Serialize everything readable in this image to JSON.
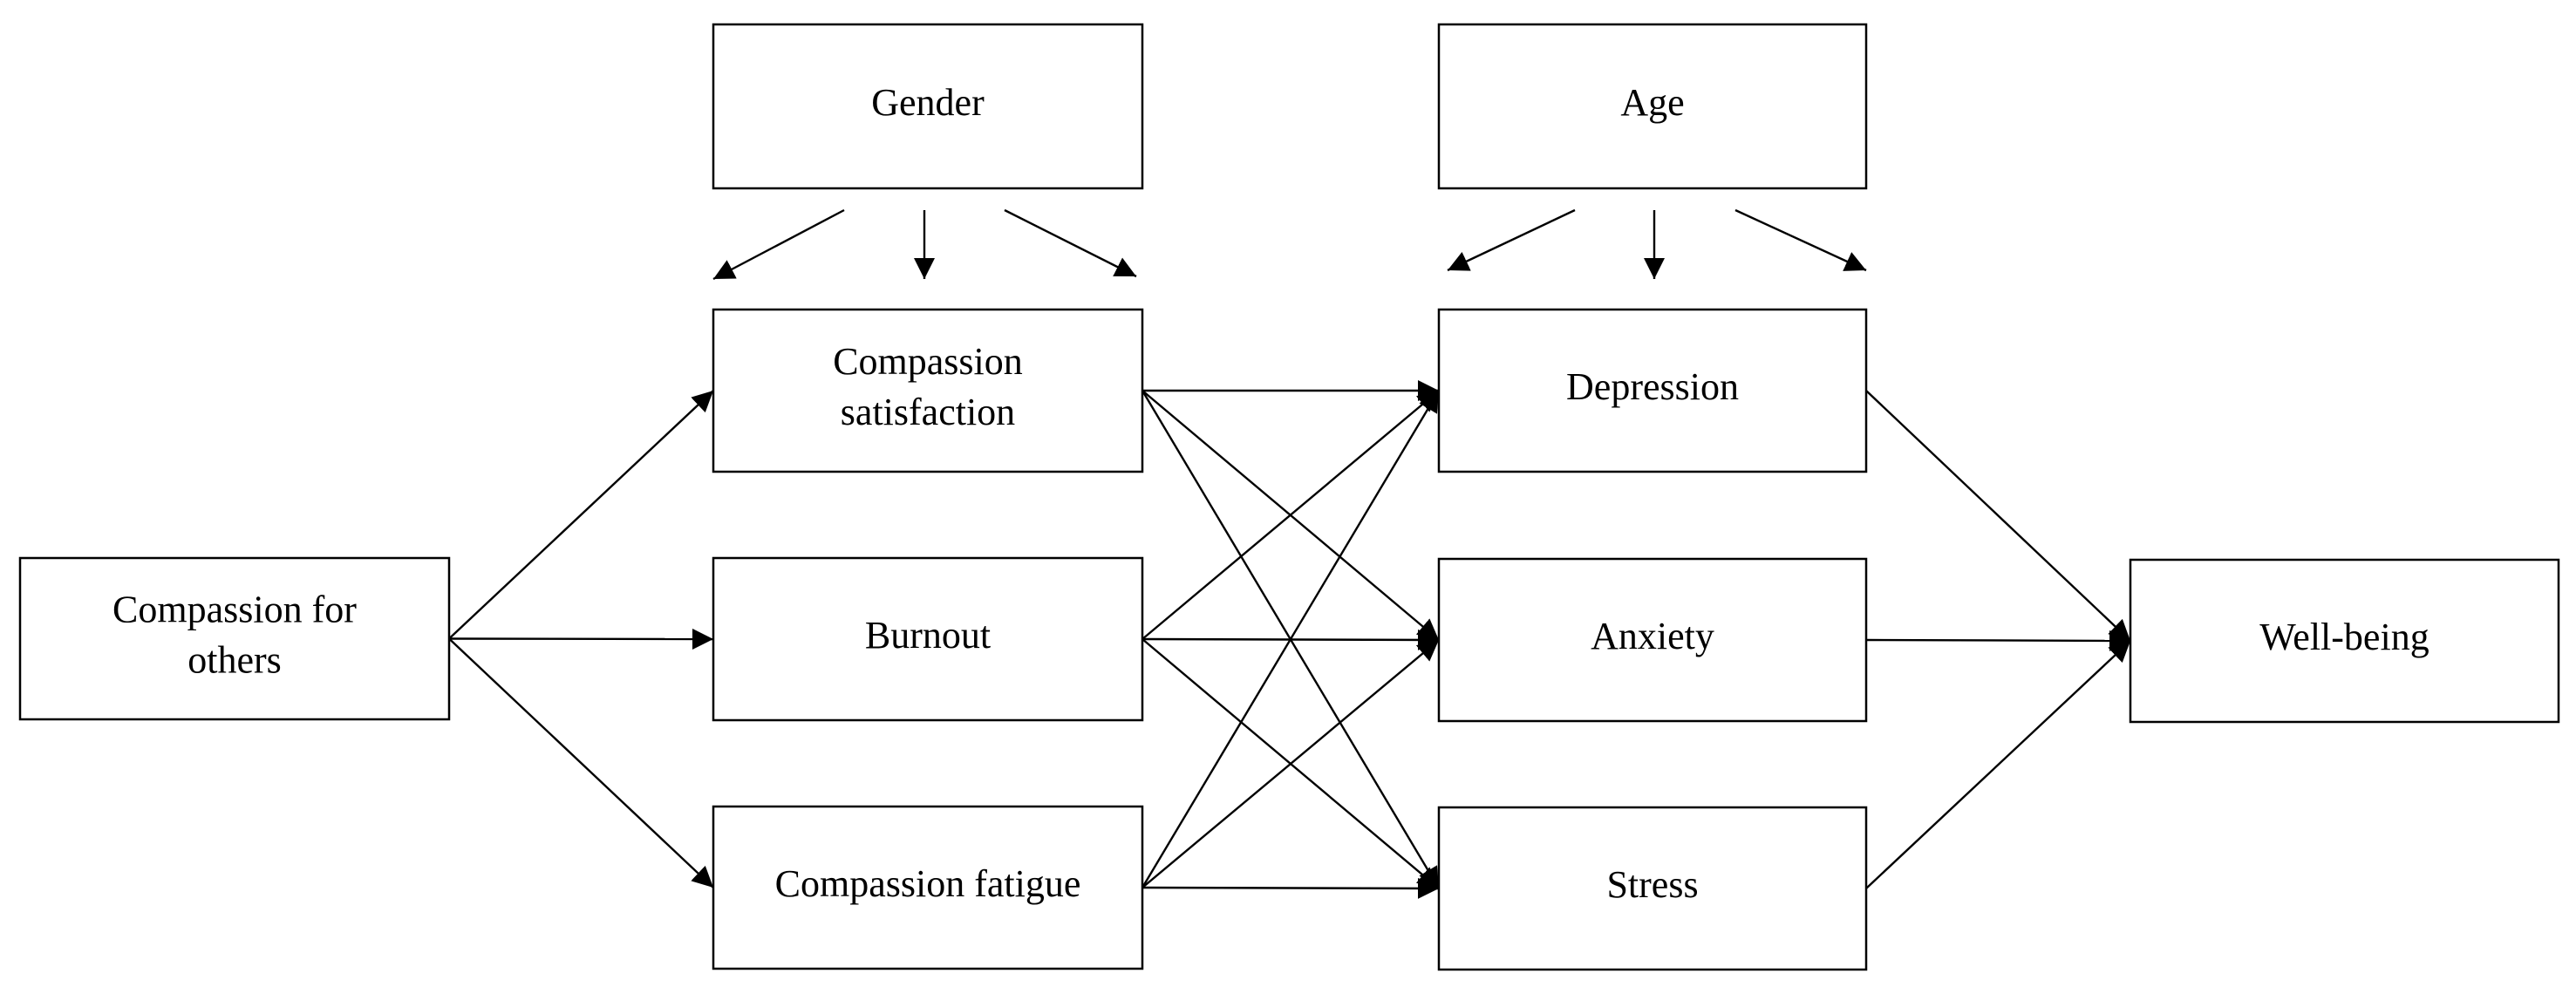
{
  "nodes": {
    "gender": {
      "lines": [
        "Gender"
      ]
    },
    "age": {
      "lines": [
        "Age"
      ]
    },
    "compassion_for_others": {
      "lines": [
        "Compassion for",
        "others"
      ]
    },
    "compassion_satisfaction": {
      "lines": [
        "Compassion",
        "satisfaction"
      ]
    },
    "burnout": {
      "lines": [
        "Burnout"
      ]
    },
    "compassion_fatigue": {
      "lines": [
        "Compassion fatigue"
      ]
    },
    "depression": {
      "lines": [
        "Depression"
      ]
    },
    "anxiety": {
      "lines": [
        "Anxiety"
      ]
    },
    "stress": {
      "lines": [
        "Stress"
      ]
    },
    "well_being": {
      "lines": [
        "Well-being"
      ]
    }
  },
  "edges": [
    {
      "from": "compassion_for_others",
      "to": "compassion_satisfaction"
    },
    {
      "from": "compassion_for_others",
      "to": "burnout"
    },
    {
      "from": "compassion_for_others",
      "to": "compassion_fatigue"
    },
    {
      "from": "compassion_satisfaction",
      "to": "depression"
    },
    {
      "from": "compassion_satisfaction",
      "to": "anxiety"
    },
    {
      "from": "compassion_satisfaction",
      "to": "stress"
    },
    {
      "from": "burnout",
      "to": "depression"
    },
    {
      "from": "burnout",
      "to": "anxiety"
    },
    {
      "from": "burnout",
      "to": "stress"
    },
    {
      "from": "compassion_fatigue",
      "to": "depression"
    },
    {
      "from": "compassion_fatigue",
      "to": "anxiety"
    },
    {
      "from": "compassion_fatigue",
      "to": "stress"
    },
    {
      "from": "depression",
      "to": "well_being"
    },
    {
      "from": "anxiety",
      "to": "well_being"
    },
    {
      "from": "stress",
      "to": "well_being"
    }
  ],
  "moderators": [
    {
      "source": "gender",
      "arrows": 3
    },
    {
      "source": "age",
      "arrows": 3
    }
  ]
}
